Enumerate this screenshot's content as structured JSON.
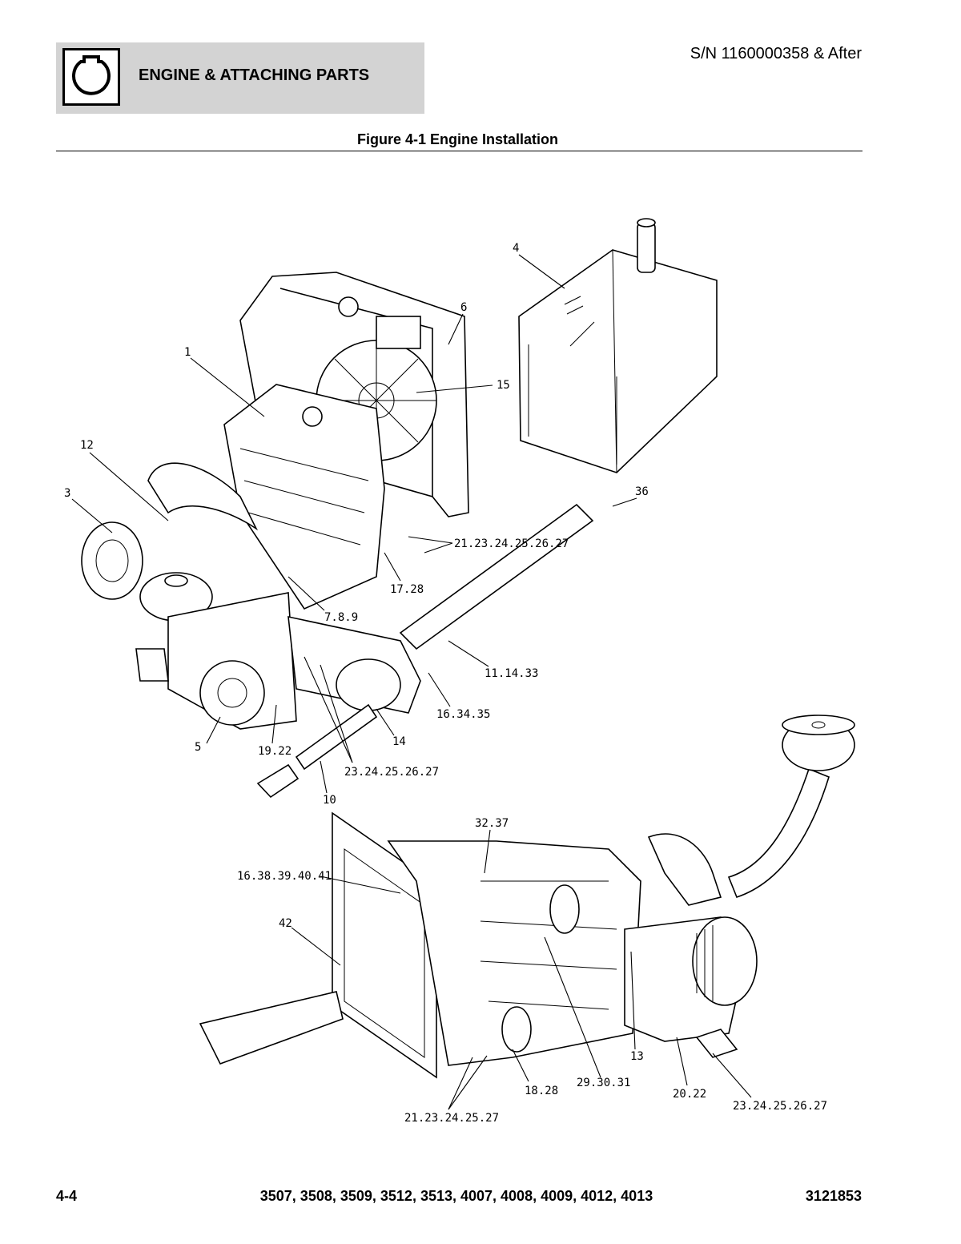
{
  "header": {
    "section_title": "ENGINE & ATTACHING PARTS",
    "serial_note": "S/N 1160000358 & After",
    "icon": "engine-outline-icon"
  },
  "figure": {
    "title": "Figure 4-1 Engine Installation",
    "callouts": {
      "c1": "1",
      "c3": "3",
      "c4": "4",
      "c5": "5",
      "c6": "6",
      "c12": "12",
      "c15": "15",
      "c36": "36",
      "c21a": "21.23.24.25.26.27",
      "c17": "17.28",
      "c7": "7.8.9",
      "c11": "11.14.33",
      "c16a": "16.34.35",
      "c14": "14",
      "c19": "19.22",
      "c23a": "23.24.25.26.27",
      "c10": "10",
      "c32": "32.37",
      "c16b": "16.38.39.40.41",
      "c42": "42",
      "c13": "13",
      "c29": "29.30.31",
      "c18": "18.28",
      "c20": "20.22",
      "c23b": "23.24.25.26.27",
      "c21b": "21.23.24.25.27"
    }
  },
  "footer": {
    "page_number": "4-4",
    "models": "3507, 3508, 3509, 3512, 3513, 4007, 4008, 4009, 4012, 4013",
    "doc_number": "3121853"
  }
}
